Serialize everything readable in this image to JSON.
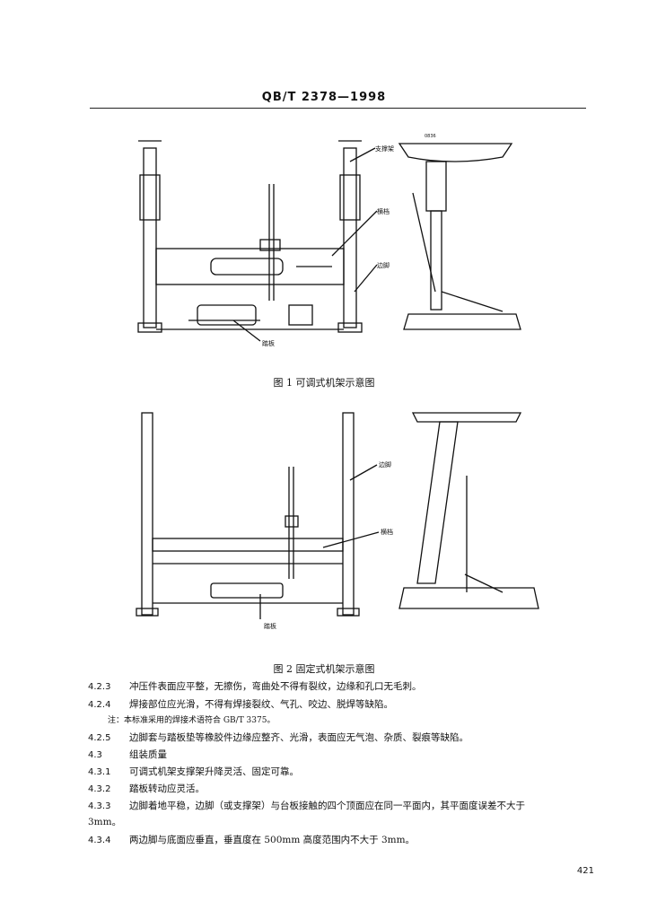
{
  "header": {
    "code": "QB/T 2378—1998"
  },
  "figure1": {
    "caption": "图 1   可调式机架示意图",
    "labels": {
      "support": "支撑架",
      "crossbar": "横档",
      "side_leg": "边脚",
      "pedal": "踏板",
      "top_label": "0836"
    }
  },
  "figure2": {
    "caption": "图 2   固定式机架示意图",
    "labels": {
      "side_leg": "边脚",
      "crossbar": "横档",
      "pedal": "踏板"
    }
  },
  "items": [
    {
      "num": "4.2.3",
      "text": "冲压件表面应平整，无擦伤，弯曲处不得有裂纹，边缘和孔口无毛刺。"
    },
    {
      "num": "4.2.4",
      "text": "焊接部位应光滑，不得有焊接裂纹、气孔、咬边、脱焊等缺陷。"
    },
    {
      "num": "",
      "text": "注：本标准采用的焊接术语符合 GB/T 3375。",
      "note": true
    },
    {
      "num": "4.2.5",
      "text": "边脚套与踏板垫等橡胶件边缘应整齐、光滑，表面应无气泡、杂质、裂痕等缺陷。"
    },
    {
      "num": "4.3",
      "text": "组装质量"
    },
    {
      "num": "4.3.1",
      "text": "可调式机架支撑架升降灵活、固定可靠。"
    },
    {
      "num": "4.3.2",
      "text": "踏板转动应灵活。"
    },
    {
      "num": "4.3.3",
      "text": "边脚着地平稳，边脚（或支撑架）与台板接触的四个顶面应在同一平面内，其平面度误差不大于"
    },
    {
      "num": "",
      "text": "3mm。",
      "cont": true
    },
    {
      "num": "4.3.4",
      "text": "两边脚与底面应垂直，垂直度在 500mm 高度范围内不大于 3mm。"
    }
  ],
  "page_number": "421"
}
